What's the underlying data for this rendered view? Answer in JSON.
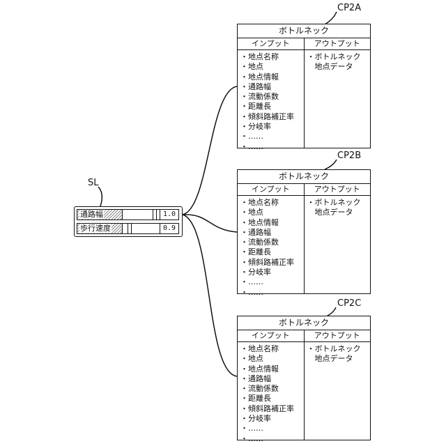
{
  "sl_label": "SL",
  "slider_panel": {
    "sliders": [
      {
        "label": "通路幅",
        "value_text": "1.0",
        "level": 0.85
      },
      {
        "label": "歩行速度",
        "value_text": "0.9",
        "level": 0.15
      }
    ]
  },
  "cards": [
    {
      "ref": "CP2A",
      "title": "ボトルネック",
      "input_header": "インプット",
      "output_header": "アウトプット",
      "inputs": [
        "・地点名称",
        "・地点",
        "・地点情報",
        "・通路幅",
        "・流動係数",
        "・距離長",
        "・傾斜路補正率",
        "・分岐率",
        "・……",
        "・……"
      ],
      "outputs": [
        "・ボトルネック",
        "　地点データ"
      ]
    },
    {
      "ref": "CP2B",
      "title": "ボトルネック",
      "input_header": "インプット",
      "output_header": "アウトプット",
      "inputs": [
        "・地点名称",
        "・地点",
        "・地点情報",
        "・通路幅",
        "・流動係数",
        "・距離長",
        "・傾斜路補正率",
        "・分岐率",
        "・……",
        "・……"
      ],
      "outputs": [
        "・ボトルネック",
        "　地点データ"
      ]
    },
    {
      "ref": "CP2C",
      "title": "ボトルネック",
      "input_header": "インプット",
      "output_header": "アウトプット",
      "inputs": [
        "・地点名称",
        "・地点",
        "・地点情報",
        "・通路幅",
        "・流動係数",
        "・距離長",
        "・傾斜路補正率",
        "・分岐率",
        "・……",
        "・……"
      ],
      "outputs": [
        "・ボトルネック",
        "　地点データ"
      ]
    }
  ]
}
